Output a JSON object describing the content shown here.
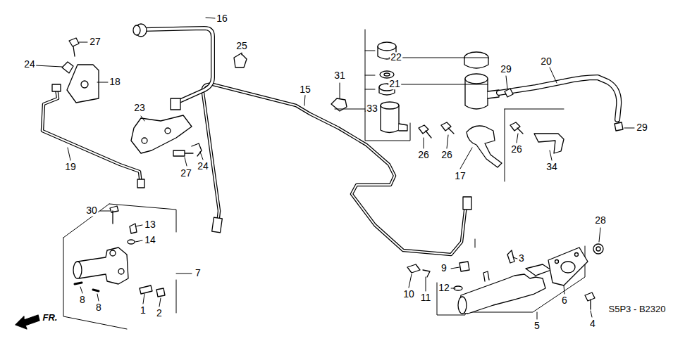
{
  "diagram": {
    "labels": [
      "27",
      "16",
      "24",
      "18",
      "25",
      "15",
      "31",
      "33",
      "22",
      "21",
      "29",
      "20",
      "29",
      "23",
      "19",
      "27",
      "24",
      "26",
      "26",
      "17",
      "26",
      "34",
      "30",
      "13",
      "14",
      "7",
      "28",
      "3",
      "9",
      "8",
      "8",
      "1",
      "2",
      "10",
      "11",
      "12",
      "6",
      "5",
      "4",
      "FR.",
      "S5P3 - B2320"
    ]
  }
}
